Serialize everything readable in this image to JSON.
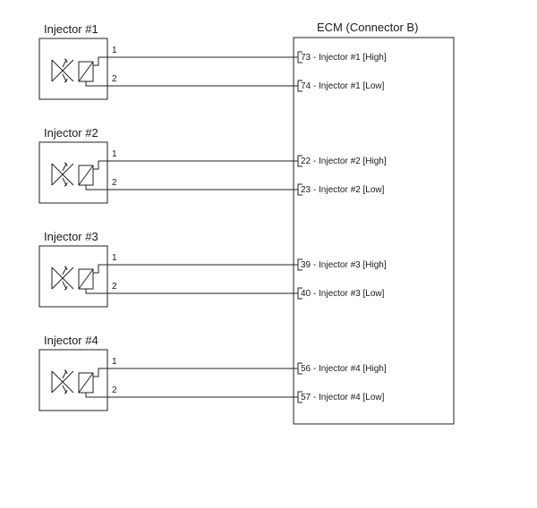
{
  "ecm": {
    "title": "ECM (Connector B)"
  },
  "injectors": [
    {
      "title": "Injector #1",
      "pins": [
        {
          "num": "1",
          "ecm_label": "73 - Injector #1 [High]"
        },
        {
          "num": "2",
          "ecm_label": "74 - Injector #1 [Low]"
        }
      ]
    },
    {
      "title": "Injector #2",
      "pins": [
        {
          "num": "1",
          "ecm_label": "22 - Injector #2 [High]"
        },
        {
          "num": "2",
          "ecm_label": "23 - Injector #2 [Low]"
        }
      ]
    },
    {
      "title": "Injector #3",
      "pins": [
        {
          "num": "1",
          "ecm_label": "39 - Injector #3 [High]"
        },
        {
          "num": "2",
          "ecm_label": "40 - Injector #3 [Low]"
        }
      ]
    },
    {
      "title": "Injector #4",
      "pins": [
        {
          "num": "1",
          "ecm_label": "56 - Injector #4 [High]"
        },
        {
          "num": "2",
          "ecm_label": "57 - Injector #4 [Low]"
        }
      ]
    }
  ]
}
